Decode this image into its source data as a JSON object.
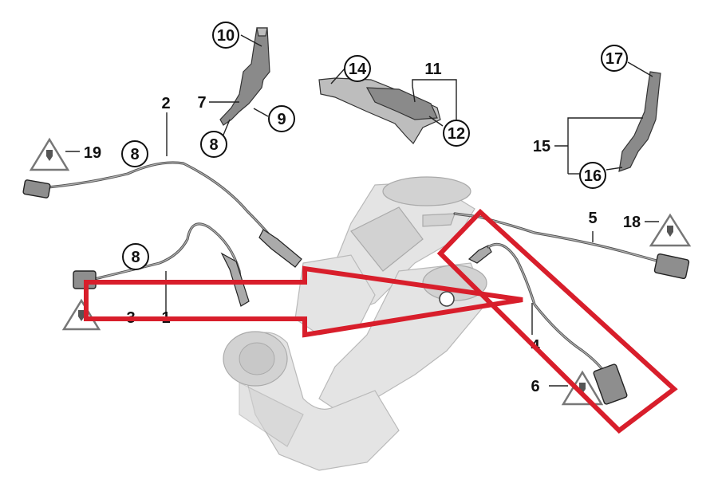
{
  "callouts": {
    "c10": "10",
    "c14": "14",
    "c11": "11",
    "c17": "17",
    "c2": "2",
    "c7": "7",
    "c9": "9",
    "c8a": "8",
    "c12": "12",
    "c19": "19",
    "c8b": "8",
    "c15": "15",
    "c16": "16",
    "c5": "5",
    "c18": "18",
    "c8c": "8",
    "c3": "3",
    "c1": "1",
    "c4": "4",
    "c6": "6"
  },
  "highlight_color": "#d81e2b",
  "icons": [
    "electrical-connector-warning-icon",
    "oxygen-sensor",
    "catalytic-converter",
    "bracket",
    "connector-plug"
  ]
}
